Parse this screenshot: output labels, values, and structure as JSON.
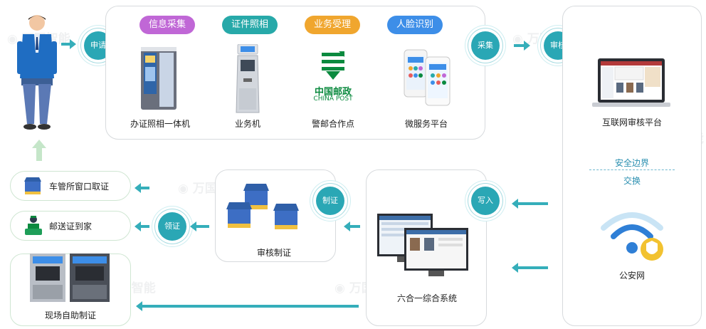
{
  "watermark": "万国智能",
  "colors": {
    "accent": "#2aa7b5",
    "tag_purple": "#c067d6",
    "tag_teal": "#27a9a9",
    "tag_orange": "#f0a62e",
    "tag_blue": "#3d8ee8"
  },
  "top": {
    "tags": [
      "信息采集",
      "证件照相",
      "业务受理",
      "人脸识别"
    ],
    "items": [
      "办证照相一体机",
      "业务机",
      "警邮合作点",
      "微服务平台"
    ],
    "post_logo": {
      "cn": "中国邮政",
      "en": "CHINA POST"
    }
  },
  "badges": {
    "apply": "申请",
    "collect": "采集",
    "review": "审核",
    "make": "制证",
    "write": "写入",
    "get": "领证"
  },
  "right": {
    "platform": "互联网审核平台",
    "boundary": "安全边界",
    "exchange": "交换",
    "network": "公安网"
  },
  "middle": {
    "review_make": "审核制证",
    "system": "六合一综合系统"
  },
  "left": {
    "window": "车管所窗口取证",
    "mail": "邮送证到家",
    "onsite": "现场自助制证"
  }
}
